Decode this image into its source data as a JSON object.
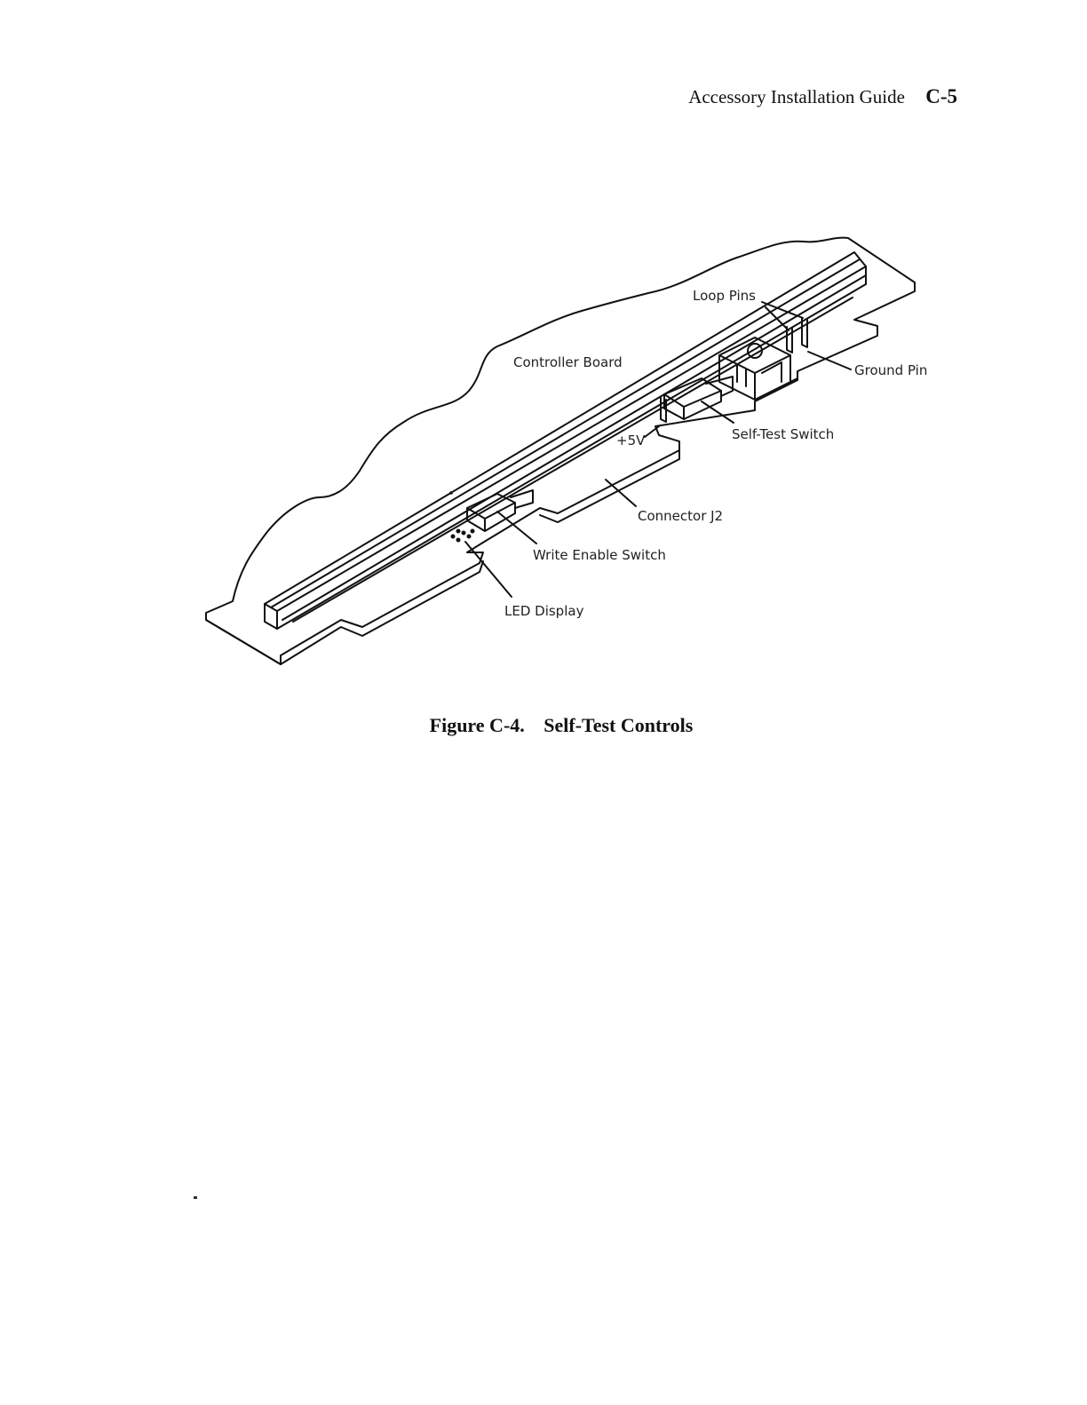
{
  "header": {
    "section_title": "Accessory Installation Guide",
    "page_number": "C-5"
  },
  "figure": {
    "labels": {
      "controller_board": "Controller Board",
      "loop_pins": "Loop Pins",
      "ground_pin": "Ground Pin",
      "self_test_switch": "Self-Test Switch",
      "plus_5v": "+5V",
      "connector_j2": "Connector J2",
      "write_enable_switch": "Write Enable Switch",
      "led_display": "LED Display"
    },
    "caption": {
      "number": "Figure C-4.",
      "title": "Self-Test Controls"
    }
  }
}
